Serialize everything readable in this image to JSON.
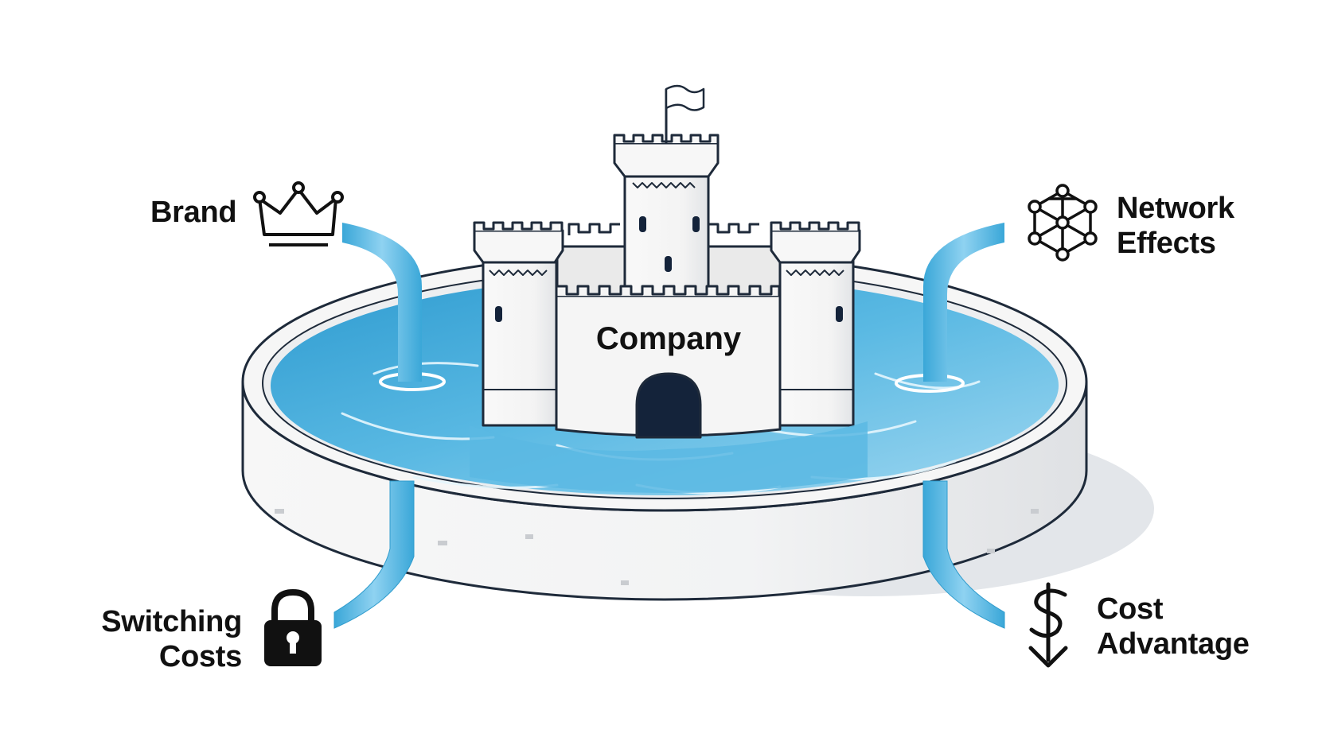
{
  "diagram": {
    "center": {
      "label": "Company",
      "icon": "castle-icon"
    },
    "moat_fills": [
      {
        "id": "brand",
        "lines": [
          "Brand"
        ],
        "icon": "crown-icon"
      },
      {
        "id": "network",
        "lines": [
          "Network",
          "Effects"
        ],
        "icon": "network-icon"
      },
      {
        "id": "switching",
        "lines": [
          "Switching",
          "Costs"
        ],
        "icon": "padlock-icon"
      },
      {
        "id": "cost",
        "lines": [
          "Cost",
          "Advantage"
        ],
        "icon": "dollar-down-arrow-icon"
      }
    ]
  },
  "colors": {
    "water": "#5bb8e0",
    "water_deep": "#2f9ccd",
    "stone": "#f7f7f7",
    "stone_shade": "#e3e5e8",
    "outline": "#1e2a3a",
    "door": "#14233a",
    "text": "#111111"
  }
}
